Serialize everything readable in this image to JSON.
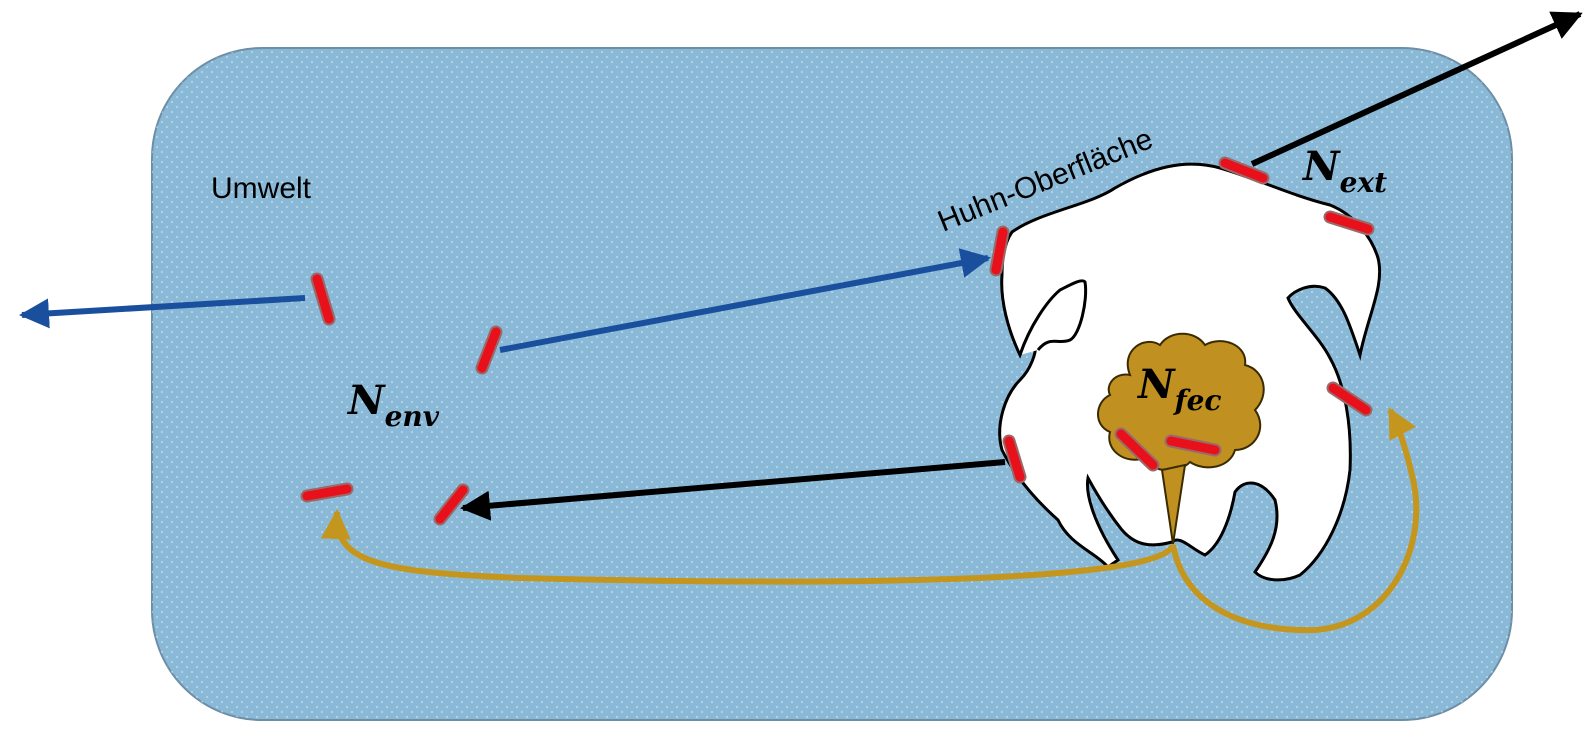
{
  "labels": {
    "environment": "Umwelt",
    "chicken_surface": "Huhn-Oberfläche"
  },
  "populations": {
    "env": {
      "base": "N",
      "sub": "env"
    },
    "ext": {
      "base": "N",
      "sub": "ext"
    },
    "fec": {
      "base": "N",
      "sub": "fec"
    }
  },
  "colors": {
    "environment_fill": "#8ab9d8",
    "environment_stroke": "#6d8fa6",
    "dots": "#c9dfec",
    "chicken_fill": "#ffffff",
    "chicken_stroke": "#000000",
    "feces_fill": "#c09020",
    "bacteria_fill": "#e8101a",
    "bacteria_stroke": "#9a6a6a",
    "arrow_blue": "#1a4f9e",
    "arrow_black": "#000000",
    "arrow_gold": "#c4961e"
  }
}
